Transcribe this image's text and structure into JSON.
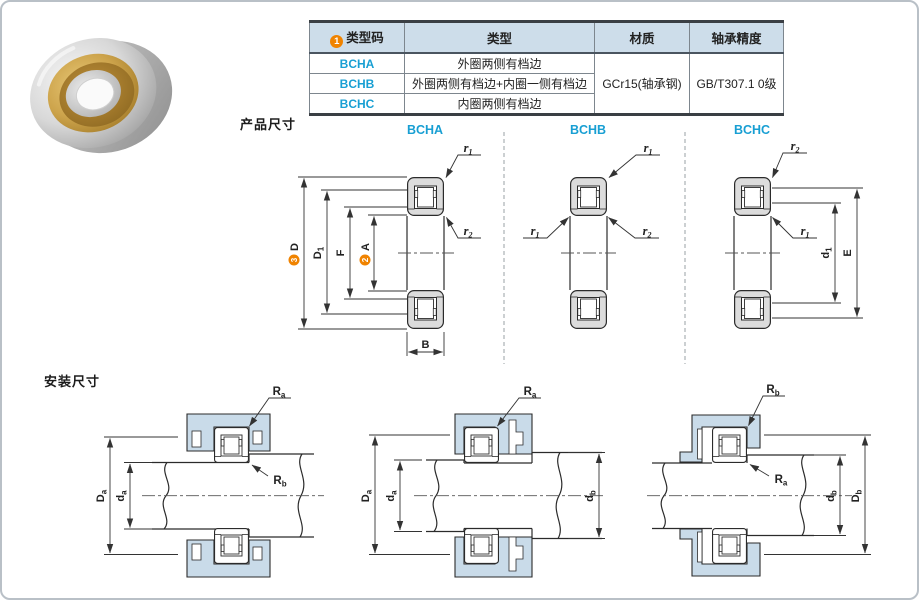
{
  "table": {
    "headers": [
      {
        "badge": "1",
        "label": "类型码"
      },
      {
        "label": "类型"
      },
      {
        "label": "材质"
      },
      {
        "label": "轴承精度"
      }
    ],
    "rows": [
      {
        "code": "BCHA",
        "type": "外圈两侧有档边"
      },
      {
        "code": "BCHB",
        "type": "外圈两侧有档边+内圈一侧有档边"
      },
      {
        "code": "BCHC",
        "type": "内圈两侧有档边"
      }
    ],
    "material": "GCr15(轴承钢)",
    "precision": "GB/T307.1 0级"
  },
  "sections": {
    "product_title": "产品尺寸",
    "install_title": "安装尺寸"
  },
  "drawings": {
    "a_title": "BCHA",
    "b_title": "BCHB",
    "c_title": "BCHC"
  },
  "labels": {
    "D": {
      "badge": "3",
      "main": "D"
    },
    "D1": {
      "main": "D",
      "sub": "1"
    },
    "F": {
      "main": "F"
    },
    "A": {
      "badge": "2",
      "main": "A"
    },
    "B": {
      "main": "B"
    },
    "r1": {
      "main": "r",
      "sub": "1"
    },
    "r2": {
      "main": "r",
      "sub": "2"
    },
    "d1": {
      "main": "d",
      "sub": "1"
    },
    "E": {
      "main": "E"
    },
    "Da": {
      "main": "D",
      "sub": "a"
    },
    "da": {
      "main": "d",
      "sub": "a"
    },
    "db": {
      "main": "d",
      "sub": "b"
    },
    "Db": {
      "main": "D",
      "sub": "b"
    },
    "Ra": {
      "main": "R",
      "sub": "a"
    },
    "Rb": {
      "main": "R",
      "sub": "b"
    }
  },
  "colors": {
    "accent": "#189fd3",
    "badge_orange": "#f08300",
    "housing_blue": "#c9dbe9",
    "table_header_bg": "#cdddea"
  }
}
